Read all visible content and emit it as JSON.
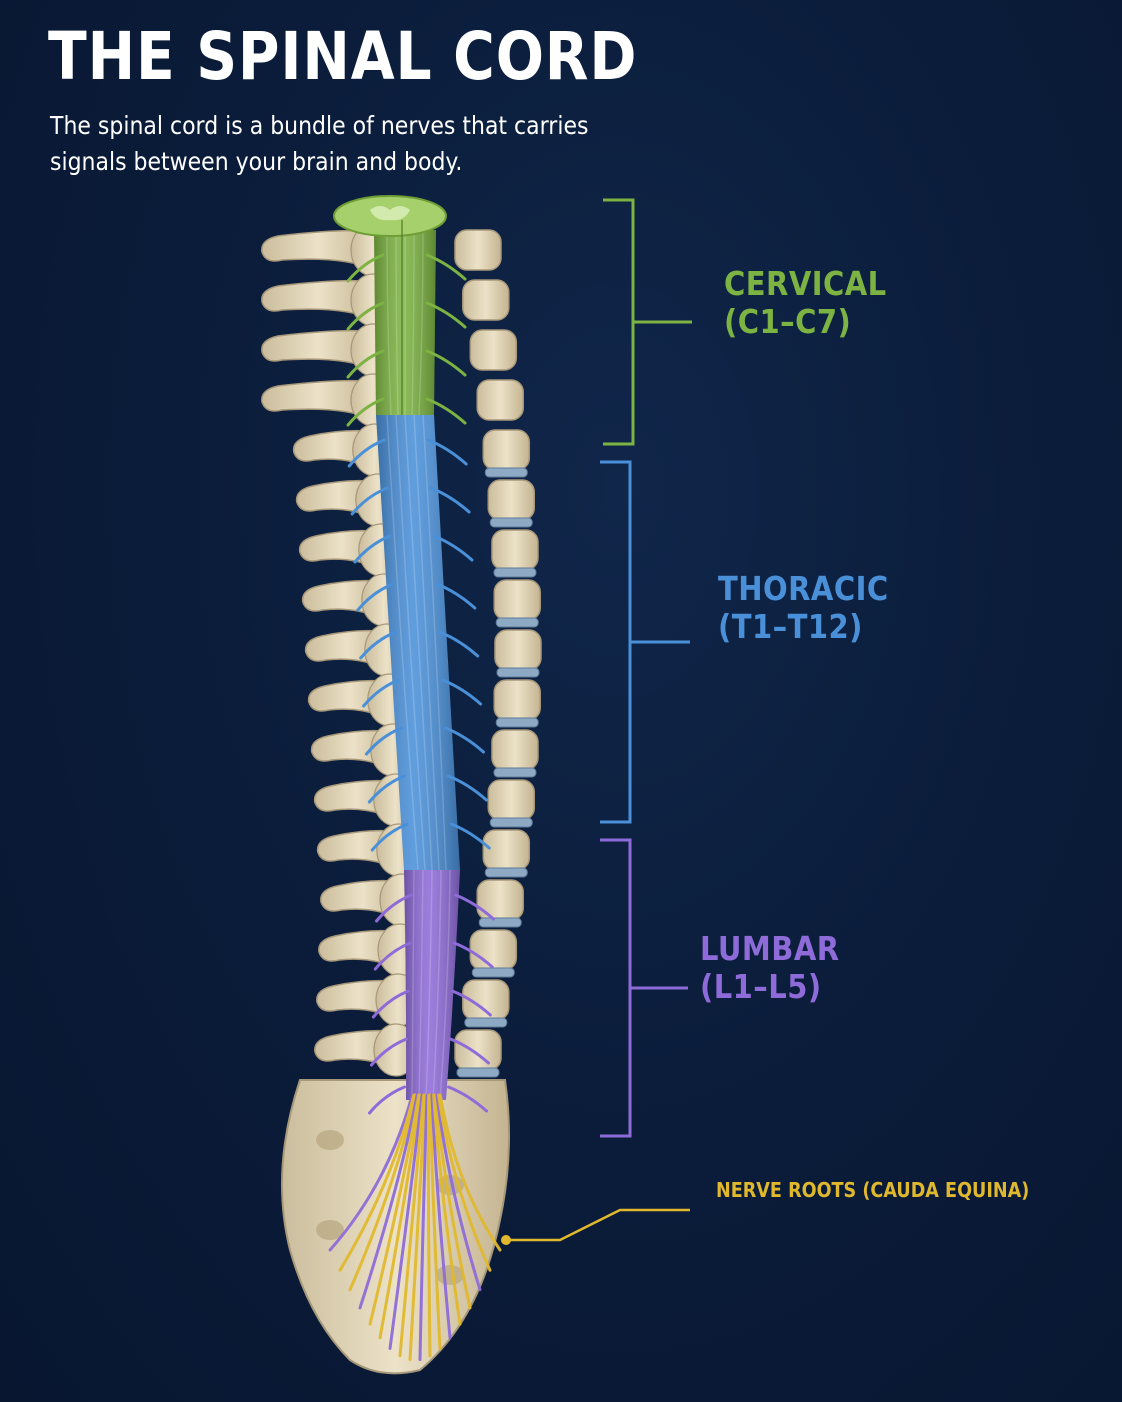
{
  "header": {
    "title": "THE SPINAL CORD",
    "subtitle": "The spinal cord is a bundle of nerves that carries signals between your brain and body."
  },
  "regions": [
    {
      "id": "cervical",
      "name": "CERVICAL",
      "range": "(C1–C7)",
      "color": "#7cb342"
    },
    {
      "id": "thoracic",
      "name": "THORACIC",
      "range": "(T1–T12)",
      "color": "#4a90d9"
    },
    {
      "id": "lumbar",
      "name": "LUMBAR",
      "range": "(L1–L5)",
      "color": "#8e6bd8"
    }
  ],
  "nerve_roots": {
    "label": "NERVE ROOTS (CAUDA EQUINA)",
    "color": "#e0b82e"
  },
  "colors": {
    "background": "#0b1d3b",
    "bone": "#e6d9bd",
    "disc": "#8ea9c4"
  }
}
